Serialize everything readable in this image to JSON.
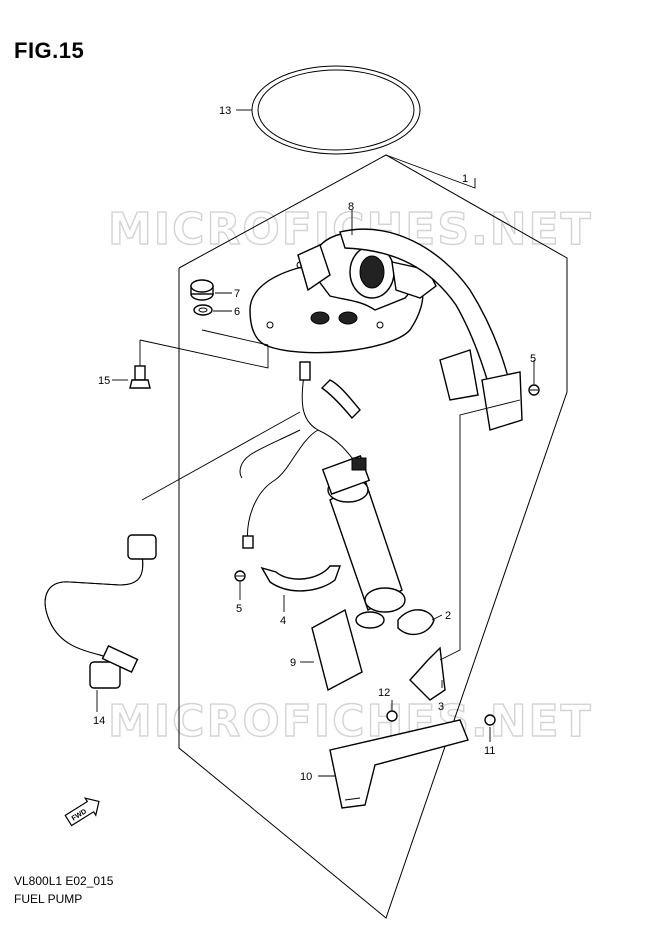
{
  "figure": {
    "title": "FIG.15",
    "model_code": "VL800L1 E02_015",
    "name": "FUEL PUMP"
  },
  "watermark": "MICROFICHES.NET",
  "callouts": {
    "c1": "1",
    "c2": "2",
    "c3": "3",
    "c4": "4",
    "c5a": "5",
    "c5b": "5",
    "c6": "6",
    "c7": "7",
    "c8": "8",
    "c9": "9",
    "c10": "10",
    "c11": "11",
    "c12": "12",
    "c13": "13",
    "c14": "14",
    "c15": "15"
  },
  "fwd_arrow": "FWD",
  "colors": {
    "line": "#000000",
    "watermark": "#d4d4d4",
    "background": "#ffffff"
  }
}
